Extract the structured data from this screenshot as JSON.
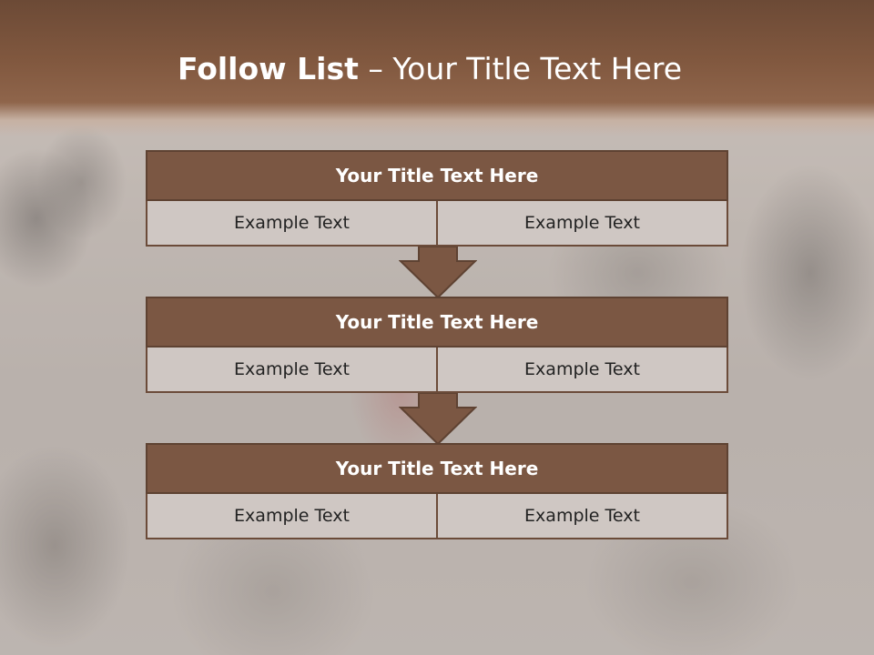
{
  "slide": {
    "title_bold": "Follow List",
    "title_rest": " – Your Title Text Here"
  },
  "blocks": [
    {
      "title": "Your Title Text Here",
      "left": "Example Text",
      "right": "Example Text"
    },
    {
      "title": "Your Title Text Here",
      "left": "Example Text",
      "right": "Example Text"
    },
    {
      "title": "Your Title Text Here",
      "left": "Example Text",
      "right": "Example Text"
    }
  ],
  "colors": {
    "header": "#81583f",
    "block_title": "#7b5743",
    "cell": "#cfc7c3",
    "arrow": "#7b5743"
  }
}
